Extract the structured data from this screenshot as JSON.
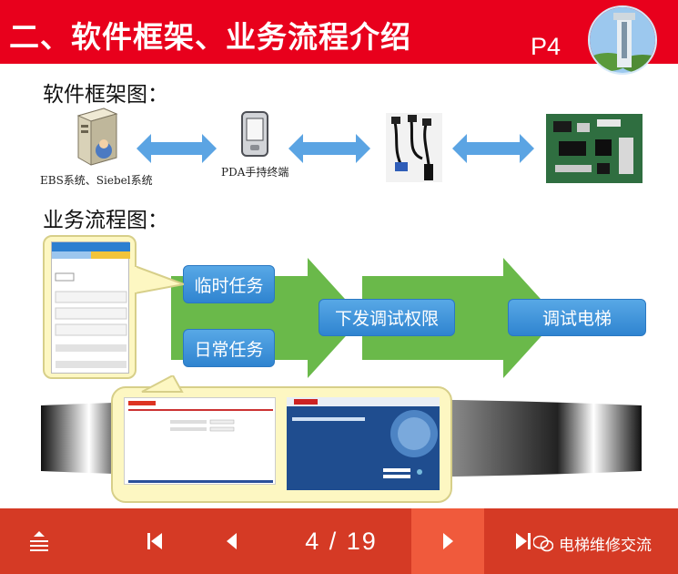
{
  "header": {
    "title": "二、软件框架、业务流程介绍",
    "page_tag": "P4",
    "bg_color": "#e8001c"
  },
  "sections": {
    "framework_title": "软件框架图：",
    "process_title": "业务流程图："
  },
  "framework": {
    "server_label": "EBS系统、Siebel系统",
    "pda_label": "PDA手持终端"
  },
  "process": {
    "task1": "临时任务",
    "task2": "日常任务",
    "step2": "下发调试权限",
    "step3": "调试电梯",
    "box_color": "#3a8fd8",
    "arrow_color": "#6ab94a"
  },
  "toolbar": {
    "page_current": "4",
    "page_total": "19",
    "page_display": "4 / 19",
    "bg_color": "#d53a25",
    "watermark": "电梯维修交流"
  },
  "icons": {
    "menu": "menu-lines-icon",
    "first": "skip-first-icon",
    "prev": "previous-icon",
    "next": "next-icon",
    "last": "skip-last-icon",
    "wechat": "wechat-icon"
  }
}
